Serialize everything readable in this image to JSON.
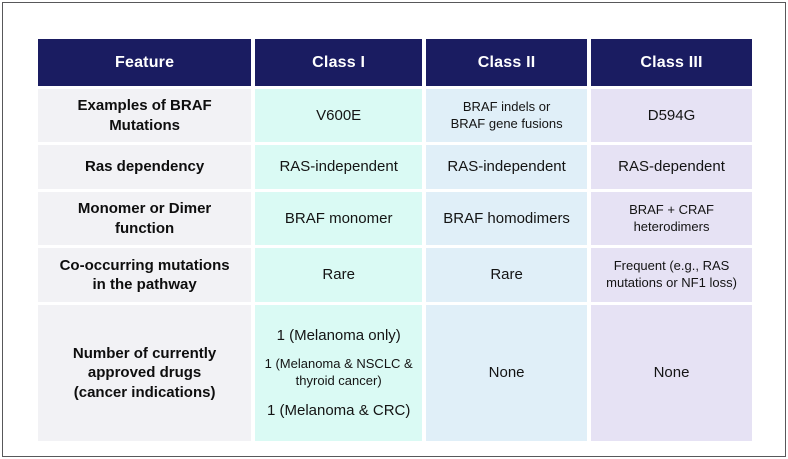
{
  "chart_data": {
    "type": "table",
    "columns": [
      "Feature",
      "Class I",
      "Class II",
      "Class III"
    ],
    "rows": [
      [
        "Examples of BRAF\nMutations",
        "V600E",
        "BRAF indels or\nBRAF gene fusions",
        "D594G"
      ],
      [
        "Ras dependency",
        "RAS-independent",
        "RAS-independent",
        "RAS-dependent"
      ],
      [
        "Monomer or Dimer\nfunction",
        "BRAF monomer",
        "BRAF homodimers",
        "BRAF + CRAF\nheterodimers"
      ],
      [
        "Co-occurring mutations\nin the pathway",
        "Rare",
        "Rare",
        "Frequent (e.g., RAS\nmutations or NF1 loss)"
      ],
      [
        "Number of currently\napproved drugs\n(cancer indications)",
        [
          "1 (Melanoma only)",
          "1 (Melanoma & NSCLC &\nthyroid cancer)",
          "1 (Melanoma & CRC)"
        ],
        "None",
        "None"
      ]
    ],
    "layout_hints": {
      "grid": "white separators",
      "header_position": "top row"
    }
  },
  "colors": {
    "header_bg": "#1a1c61",
    "header_text": "#ffffff",
    "feature_col_bg": "#f2f2f5",
    "class1_col_bg": "#dafaf4",
    "class2_col_bg": "#e0eff8",
    "class3_col_bg": "#e6e2f4",
    "body_text": "#141414",
    "slide_border": "#58585a"
  }
}
